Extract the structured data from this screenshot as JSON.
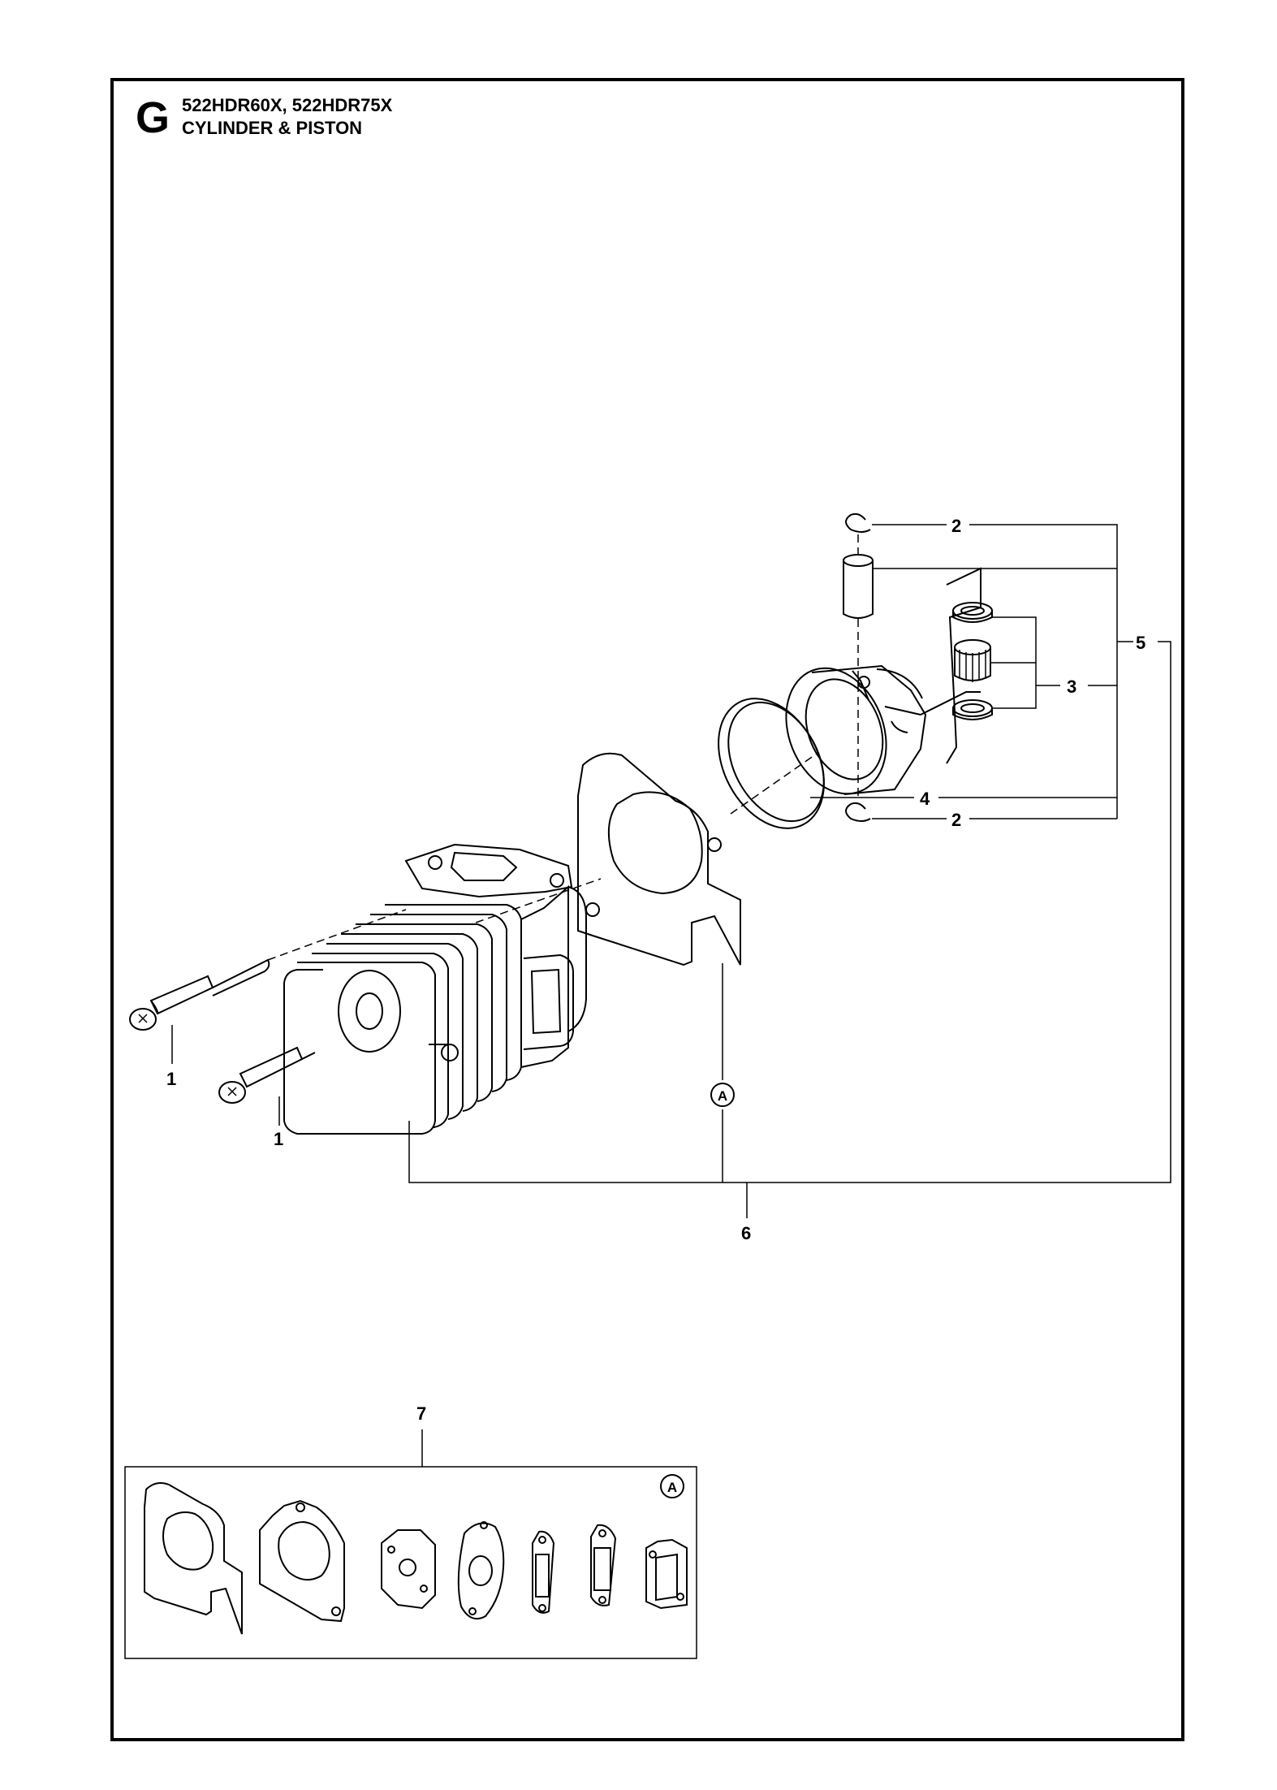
{
  "header": {
    "section_letter": "G",
    "models": "522HDR60X, 522HDR75X",
    "title": "CYLINDER & PISTON"
  },
  "callouts": {
    "screw_a": "1",
    "screw_b": "1",
    "circlip_top": "2",
    "circlip_bottom": "2",
    "bearing": "3",
    "ring": "4",
    "piston_kit": "5",
    "cylinder_kit": "6",
    "gasket_kit": "7"
  },
  "markers": {
    "gasket_ref": "A",
    "kit_ref": "A"
  }
}
